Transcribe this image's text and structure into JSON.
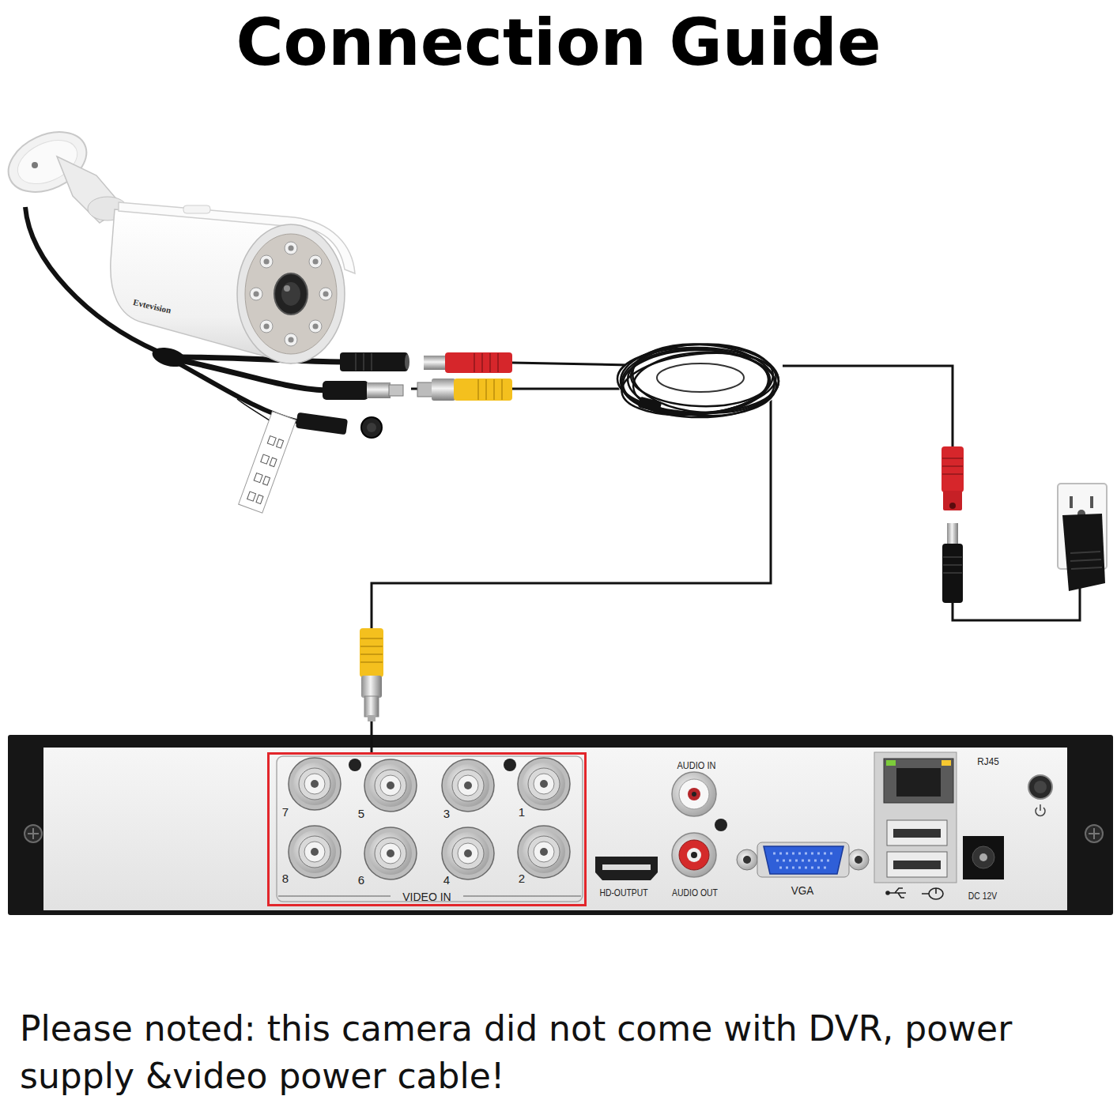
{
  "diagram": {
    "title": "Connection Guide",
    "caption": "Please noted: this camera did not come with DVR, power supply &video power cable!",
    "nodes": [
      {
        "text": [
          "Evtevision"
        ]
      },
      {
        "text": [
          "7",
          "5",
          "3",
          "1",
          "8",
          "6",
          "4",
          "2",
          "VIDEO IN"
        ]
      }
    ],
    "edges": [
      {
        "from": 0,
        "to": 1,
        "arrow": "none"
      }
    ],
    "labels": [
      "AUDIO IN",
      "RJ45",
      "HD-OUTPUT",
      "AUDIO OUT",
      "VGA",
      "DC 12V"
    ]
  }
}
